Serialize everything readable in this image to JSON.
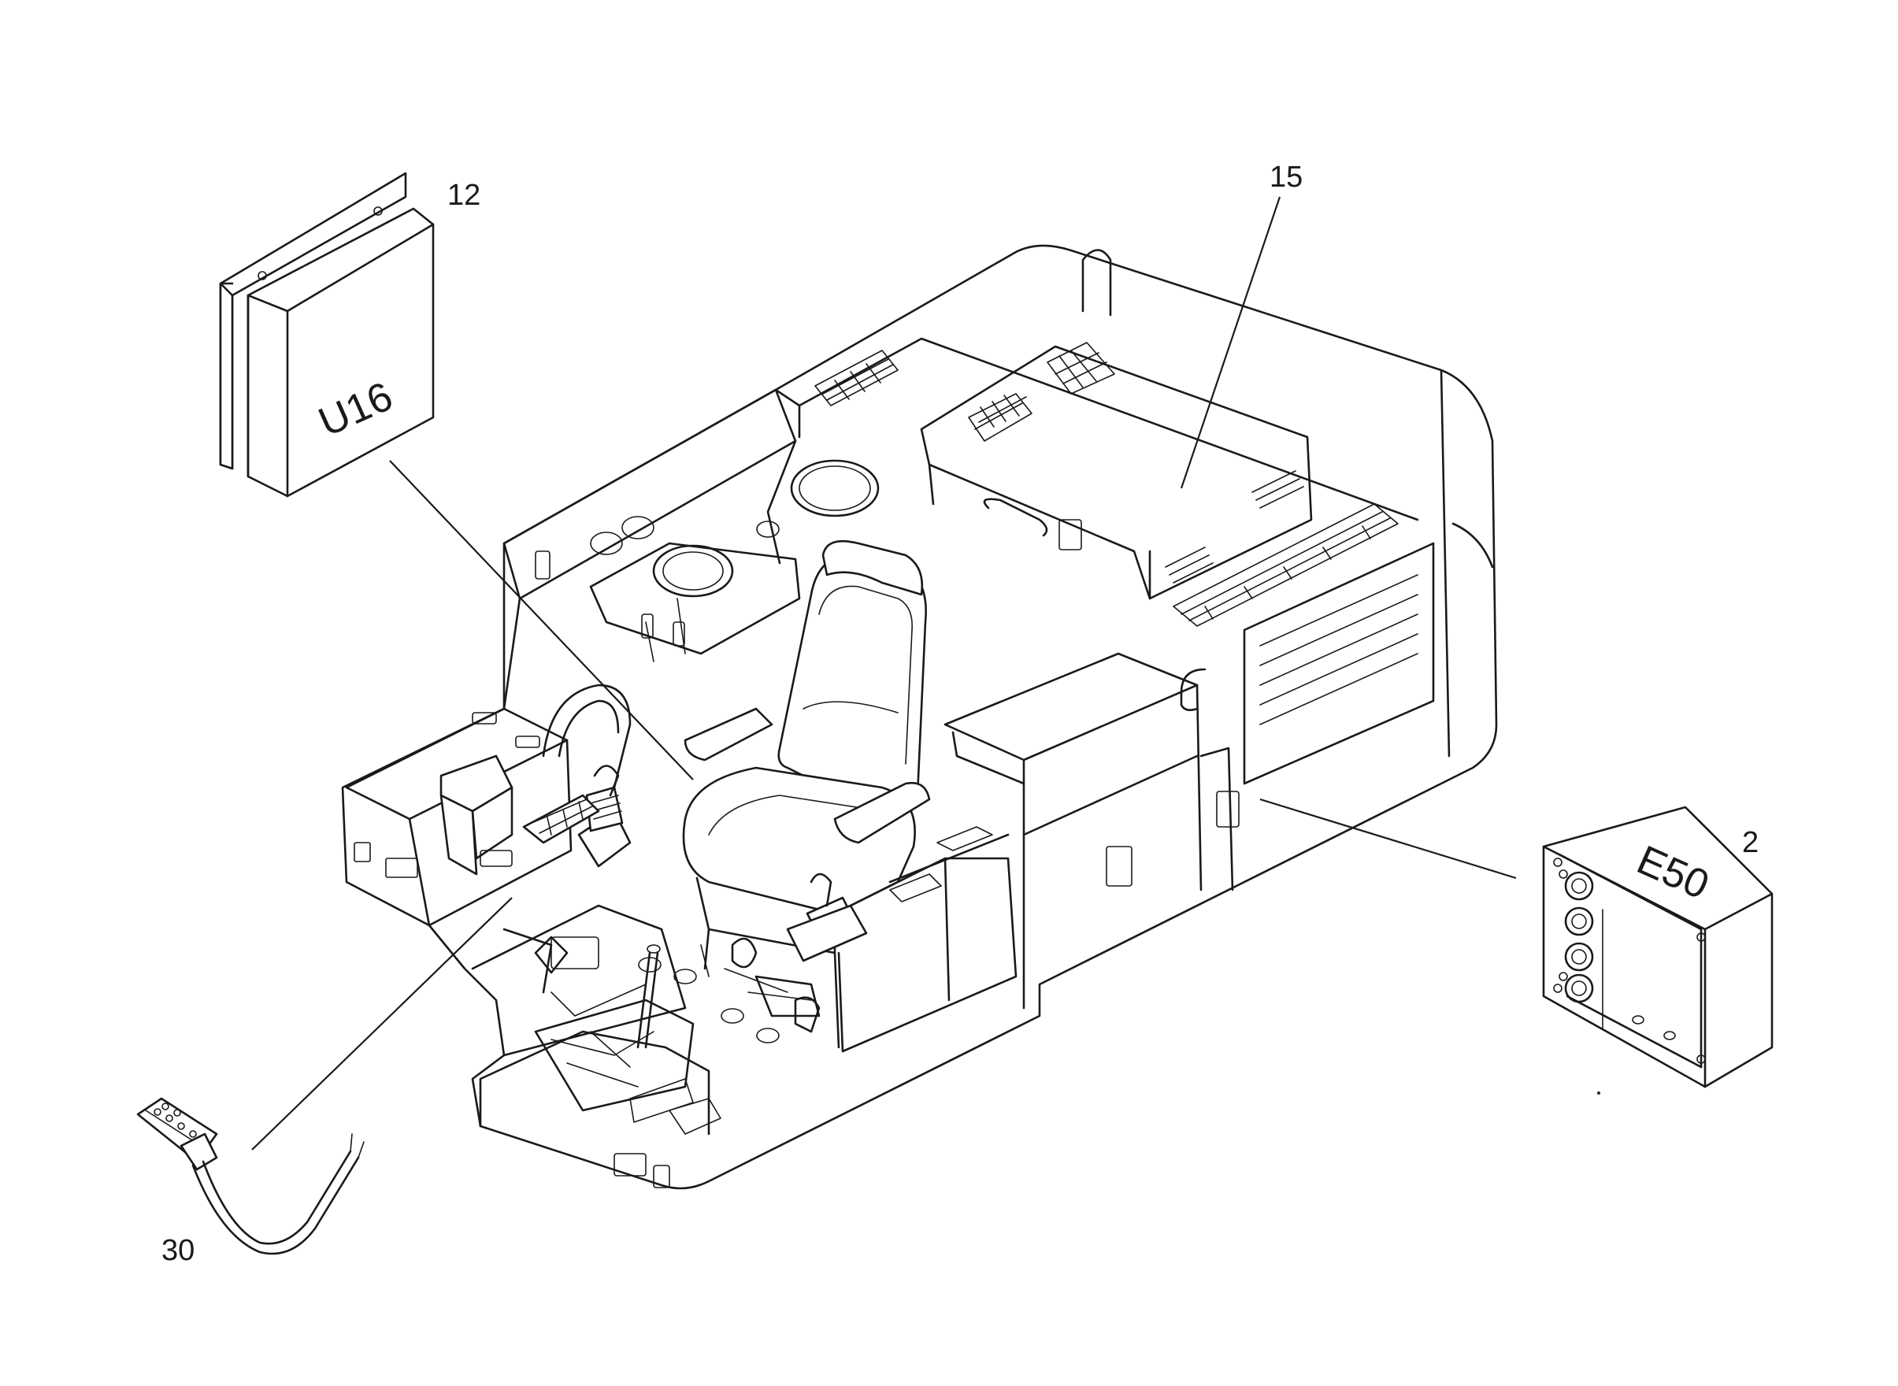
{
  "callouts": {
    "c12": "12",
    "c15": "15",
    "c2": "2",
    "c30": "30"
  },
  "parts": {
    "control_unit_label": "U16",
    "junction_box_label": "E50"
  },
  "icons": {
    "control_unit": "ecu-box-icon",
    "junction_box": "electrical-box-icon",
    "cable": "plug-cable-icon",
    "cab": "operator-cab-icon"
  },
  "colors": {
    "ink": "#1a1a1a",
    "paper": "#ffffff"
  }
}
